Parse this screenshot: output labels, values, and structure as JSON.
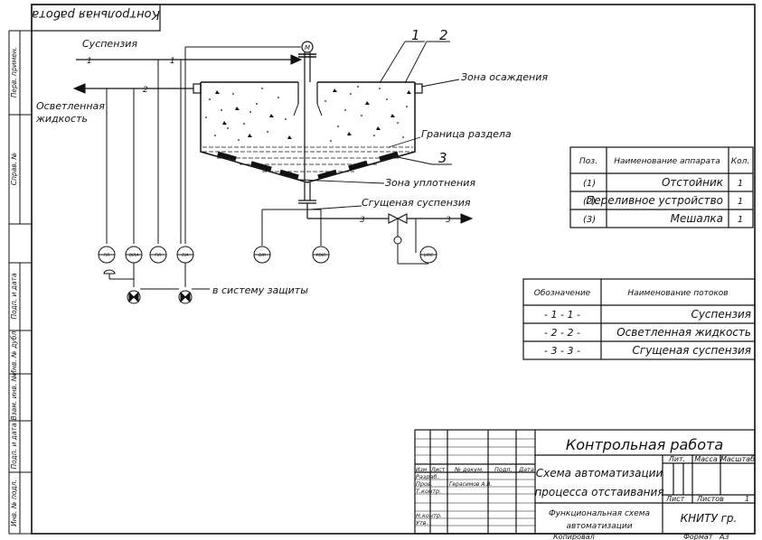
{
  "stamp": {
    "top_left": "Контрольная работа"
  },
  "side_labels": [
    "Перв. примен.",
    "Справ. №",
    "Подп. и дата",
    "Инв. № дубл.",
    "Взам. инв. №",
    "Подп. и дата",
    "Инв. № подл."
  ],
  "process": {
    "suspension_in": "Суспензия",
    "clarified_liquid_1": "Осветленная",
    "clarified_liquid_2": "жидкость",
    "settling_zone": "Зона осаждения",
    "interface": "Граница раздела",
    "compaction_zone": "Зона уплотнения",
    "thick_suspension": "Сгущеная суспензия",
    "to_protection": "в систему защиты",
    "callout_1": "1",
    "callout_2": "2",
    "callout_3": "3",
    "motor": "M",
    "line_1": "1",
    "line_2": "2",
    "line_3": "3"
  },
  "instruments": [
    {
      "tag": "FIR"
    },
    {
      "tag": "QIRA"
    },
    {
      "tag": "FIR"
    },
    {
      "tag": "EIA"
    },
    {
      "tag": "DIR"
    },
    {
      "tag": "PDIR"
    },
    {
      "tag": "LIRC"
    }
  ],
  "equipment_table": {
    "headers": [
      "Поз.",
      "Наименование аппарата",
      "Кол."
    ],
    "rows": [
      [
        "(1)",
        "Отстойник",
        "1"
      ],
      [
        "(2)",
        "Переливное устройство",
        "1"
      ],
      [
        "(3)",
        "Мешалка",
        "1"
      ]
    ]
  },
  "streams_table": {
    "headers": [
      "Обозначение",
      "Наименование потоков"
    ],
    "rows": [
      [
        "- 1 - 1 -",
        "Суспензия"
      ],
      [
        "- 2 - 2 -",
        "Осветленная жидкость"
      ],
      [
        "- 3 - 3 -",
        "Сгущеная суспензия"
      ]
    ]
  },
  "title_block": {
    "doc_title": "Контрольная работа",
    "scheme_1": "Схема автоматизации",
    "scheme_2": "процесса отстаивания",
    "func_1": "Функциональная схема",
    "func_2": "автоматизации",
    "org": "КНИТУ гр.",
    "col_izm": "Изм",
    "col_list": "Лист",
    "col_doc": "№ докум.",
    "col_podp": "Подп.",
    "col_date": "Дата",
    "razrab": "Разраб.",
    "prov": "Пров.",
    "prov_name": "Герасимов А.В.",
    "tkontr": "Т.контр.",
    "nkontr": "Н.контр.",
    "utv": "Утв.",
    "lit": "Лит.",
    "massa": "Масса",
    "masshtab": "Масштаб",
    "list": "Лист",
    "listov": "Листов",
    "listov_val": "1",
    "copied": "Копировал",
    "format": "Формат",
    "format_val": "А3"
  }
}
